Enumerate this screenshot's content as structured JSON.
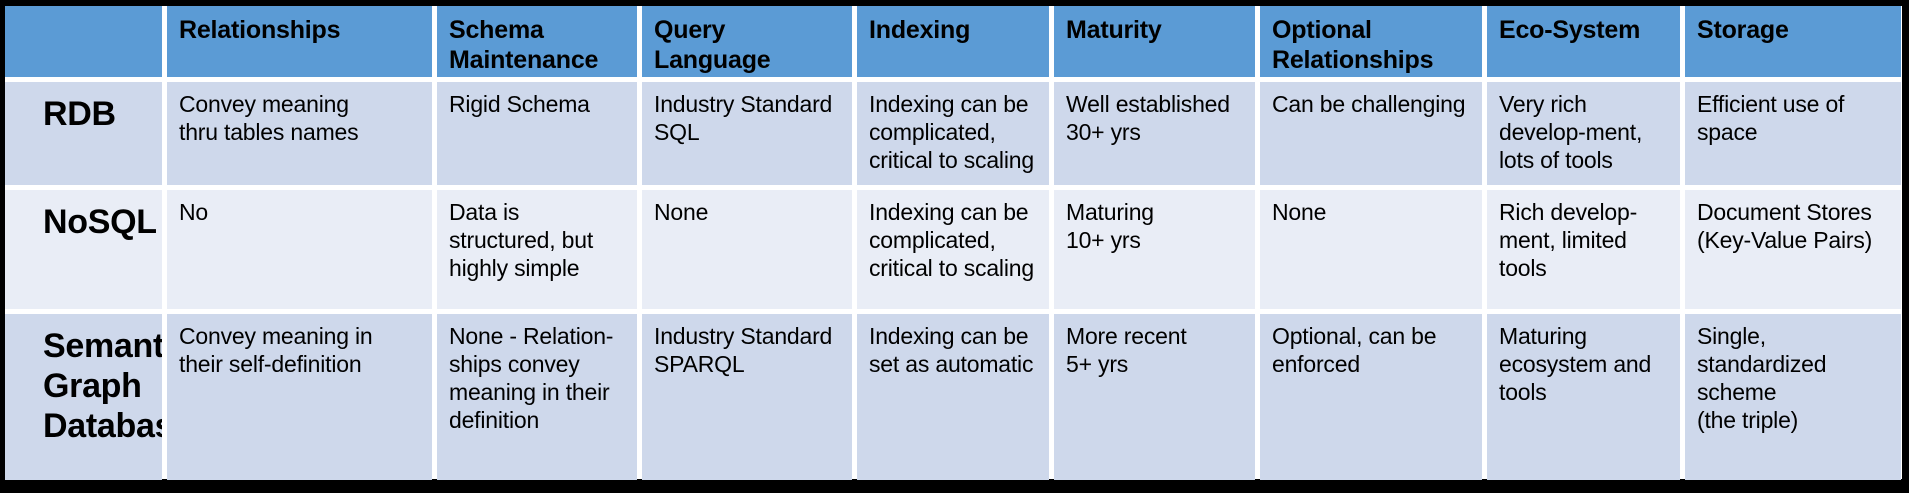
{
  "chart_data": {
    "type": "table",
    "columns": [
      "",
      "Relationships",
      "Schema\nMaintenance",
      "Query\nLanguage",
      "Indexing",
      "Maturity",
      "Optional\nRelationships",
      "Eco-System",
      "Storage"
    ],
    "rows": [
      {
        "label": "RDB",
        "cells": [
          "Convey meaning\nthru tables names",
          "Rigid Schema",
          "Industry Standard\nSQL",
          "Indexing can be\ncomplicated,\ncritical to scaling",
          "Well established\n30+ yrs",
          "Can be challenging",
          "Very rich\ndevelop-ment,\nlots of tools",
          "Efficient use of\nspace"
        ]
      },
      {
        "label": "NoSQL",
        "cells": [
          "No",
          "Data is\nstructured, but\nhighly simple",
          "None",
          "Indexing can be\ncomplicated,\ncritical to scaling",
          "Maturing\n10+ yrs",
          "None",
          "Rich develop-\nment, limited\ntools",
          "Document Stores\n(Key-Value Pairs)"
        ]
      },
      {
        "label": "Semantic\nGraph\nDatabase",
        "cells": [
          "Convey meaning in\ntheir self-definition",
          "None - Relation-\nships convey\nmeaning in their\ndefinition",
          "Industry Standard\nSPARQL",
          "Indexing can be\nset as automatic",
          "More recent\n5+ yrs",
          "Optional, can be\nenforced",
          "Maturing\necosystem and\ntools",
          "Single,\nstandardized\nscheme\n(the triple)"
        ]
      }
    ]
  },
  "colors": {
    "header_bg": "#5B9BD5",
    "band_a": "#CED8EB",
    "band_b": "#E9EDF6",
    "gap": "#FFFFFF",
    "frame": "#000000",
    "text": "#000000"
  }
}
